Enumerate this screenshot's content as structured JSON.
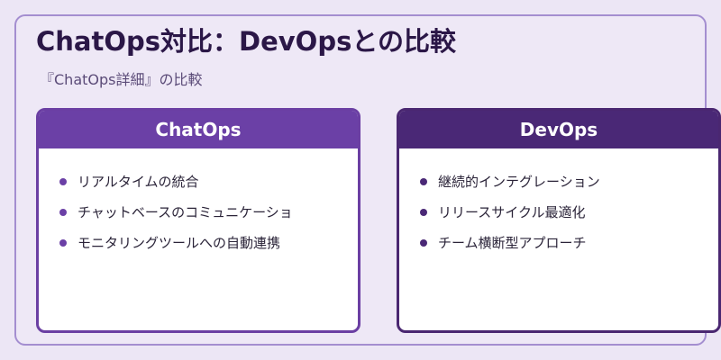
{
  "header": {
    "title": "ChatOps対比：DevOpsとの比較",
    "subtitle": "『ChatOps詳細』の比較"
  },
  "cards": [
    {
      "heading": "ChatOps",
      "items": [
        "リアルタイムの統合",
        "チャットベースのコミュニケーショ",
        "モニタリングツールへの自動連携"
      ]
    },
    {
      "heading": "DevOps",
      "items": [
        "継続的インテグレーション",
        "リリースサイクル最適化",
        "チーム横断型アプローチ"
      ]
    }
  ],
  "colors": {
    "background": "#ece6f5",
    "frame_border": "#a48ed0",
    "chatops_accent": "#6b40a6",
    "devops_accent": "#4a2876",
    "title_text": "#2b1747"
  }
}
